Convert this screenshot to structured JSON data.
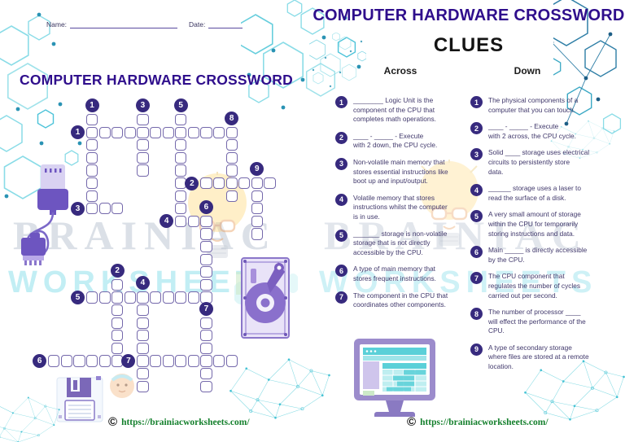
{
  "left_page": {
    "name_label": "Name:",
    "date_label": "Date:",
    "title": "COMPUTER HARDWARE CROSSWORD",
    "watermark_line1": "BRAINIAC",
    "watermark_line2": "WORKSHEETS",
    "copyright_symbol": "©",
    "footer_url": "https://brainiacworksheets.com/"
  },
  "right_page": {
    "title": "COMPUTER HARDWARE CROSSWORD",
    "subtitle": "CLUES",
    "across_header": "Across",
    "down_header": "Down",
    "watermark_line1": "BRAINIAC",
    "watermark_line2": "WORKSHEETS",
    "copyright_symbol": "©",
    "footer_url": "https://brainiacworksheets.com/"
  },
  "clues": {
    "across": [
      {
        "num": 1,
        "text": "________ Logic Unit is the\ncomponent of the CPU that\ncompletes math operations."
      },
      {
        "num": 2,
        "text": "____ - _____ - Execute\nwith 2 down, the CPU cycle."
      },
      {
        "num": 3,
        "text": "Non-volatile main memory that\nstores essential instructions like\nboot up and input/output."
      },
      {
        "num": 4,
        "text": "Volatile memory that stores\ninstructions whilst the computer\nis in use."
      },
      {
        "num": 5,
        "text": "_______ storage is non-volatile\nstorage that is not directly\naccessible by the CPU."
      },
      {
        "num": 6,
        "text": "A type of main memory that\nstores frequent instructions."
      },
      {
        "num": 7,
        "text": "The component in the CPU that\ncoordinates other components."
      }
    ],
    "down": [
      {
        "num": 1,
        "text": "The physical components of a\ncomputer that you can touch."
      },
      {
        "num": 2,
        "text": "____ - _____ - Execute\nwith 2 across, the CPU cycle."
      },
      {
        "num": 3,
        "text": "Solid ____ storage uses electrical\ncircuits to persistently store\ndata."
      },
      {
        "num": 4,
        "text": "______ storage uses a laser to\nread the surface of a disk."
      },
      {
        "num": 5,
        "text": "A very small amount of storage\nwithin the CPU for temporarily\nstoring instructions and data."
      },
      {
        "num": 6,
        "text": "Main _____ is directly accessible\nby the CPU."
      },
      {
        "num": 7,
        "text": "The CPU component that\nregulates the number of cycles\ncarried out per second."
      },
      {
        "num": 8,
        "text": "The number of processor ____\nwill effect the performance of the\nCPU."
      },
      {
        "num": 9,
        "text": "A type of secondary storage\nwhere files are stored at a remote\nlocation."
      }
    ]
  },
  "grid": {
    "entries": [
      {
        "num": 1,
        "dir": "down",
        "col": 0,
        "row": 0,
        "len": 8
      },
      {
        "num": 3,
        "dir": "down",
        "col": 4,
        "row": 0,
        "len": 5
      },
      {
        "num": 5,
        "dir": "down",
        "col": 7,
        "row": 0,
        "len": 9
      },
      {
        "num": 1,
        "dir": "across",
        "col": 0,
        "row": 1,
        "len": 12
      },
      {
        "num": 8,
        "dir": "down",
        "col": 11,
        "row": 1,
        "len": 6
      },
      {
        "num": 2,
        "dir": "across",
        "col": 9,
        "row": 5,
        "len": 6
      },
      {
        "num": 9,
        "dir": "down",
        "col": 13,
        "row": 5,
        "len": 5
      },
      {
        "num": 3,
        "dir": "across",
        "col": 0,
        "row": 7,
        "len": 3
      },
      {
        "num": 4,
        "dir": "across",
        "col": 7,
        "row": 8,
        "len": 3
      },
      {
        "num": 6,
        "dir": "down",
        "col": 9,
        "row": 8,
        "len": 7
      },
      {
        "num": 2,
        "dir": "down",
        "col": 2,
        "row": 13,
        "len": 7
      },
      {
        "num": 5,
        "dir": "across",
        "col": 0,
        "row": 14,
        "len": 10
      },
      {
        "num": 4,
        "dir": "down",
        "col": 4,
        "row": 14,
        "len": 8
      },
      {
        "num": 7,
        "dir": "down",
        "col": 9,
        "row": 16,
        "len": 6
      },
      {
        "num": 6,
        "dir": "across",
        "col": -3,
        "row": 19,
        "len": 6
      },
      {
        "num": 7,
        "dir": "across",
        "col": 4,
        "row": 19,
        "len": 8
      }
    ]
  },
  "colors": {
    "title_indigo": "#2f0e8c",
    "badge_indigo": "#372a7e",
    "grid_border": "#7468ab",
    "clue_ink": "#40386b",
    "url_green": "#15802d",
    "deco_teal": "#6fd3de"
  }
}
